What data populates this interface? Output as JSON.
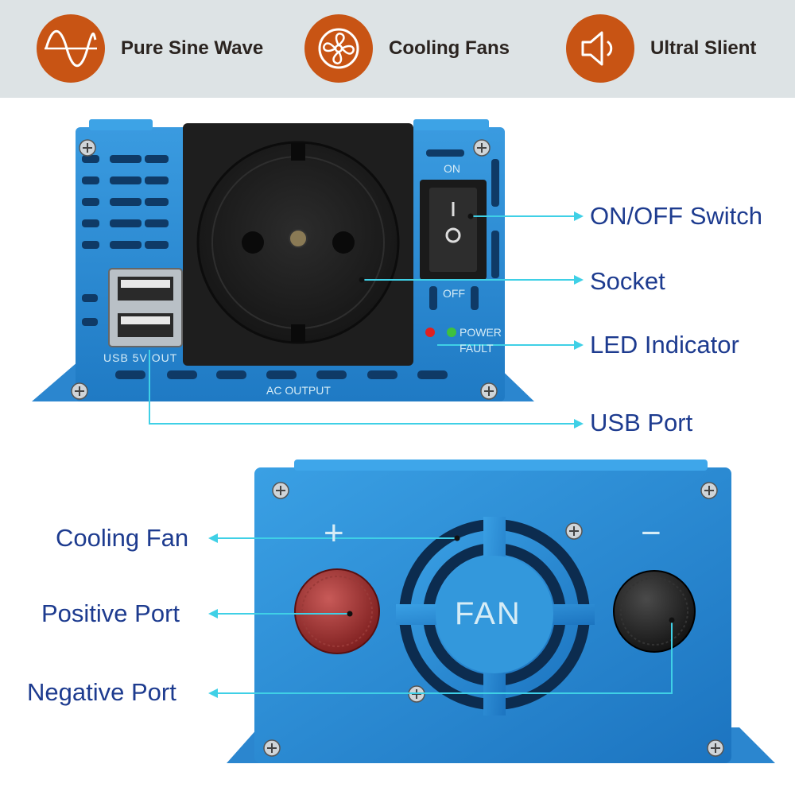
{
  "features": [
    {
      "label": "Pure Sine Wave",
      "icon": "sine-wave-icon"
    },
    {
      "label": "Cooling Fans",
      "icon": "fan-icon"
    },
    {
      "label": "Ultral Slient",
      "icon": "speaker-icon"
    }
  ],
  "front_panel": {
    "on_label": "ON",
    "off_label": "OFF",
    "power_label": "POWER",
    "fault_label": "FAULT",
    "usb_label": "USB 5V OUT",
    "ac_label": "AC OUTPUT"
  },
  "back_panel": {
    "fan_label": "FAN",
    "plus_label": "+",
    "minus_label": "−"
  },
  "callouts": {
    "on_off_switch": "ON/OFF Switch",
    "socket": "Socket",
    "led_indicator": "LED Indicator",
    "usb_port": "USB Port",
    "cooling_fan": "Cooling Fan",
    "positive_port": "Positive Port",
    "negative_port": "Negative Port"
  },
  "colors": {
    "accent_orange": "#c85414",
    "callout_text": "#1d3b8f",
    "leader_line": "#3fd0e6",
    "inverter_blue": "#2e8fd6"
  }
}
